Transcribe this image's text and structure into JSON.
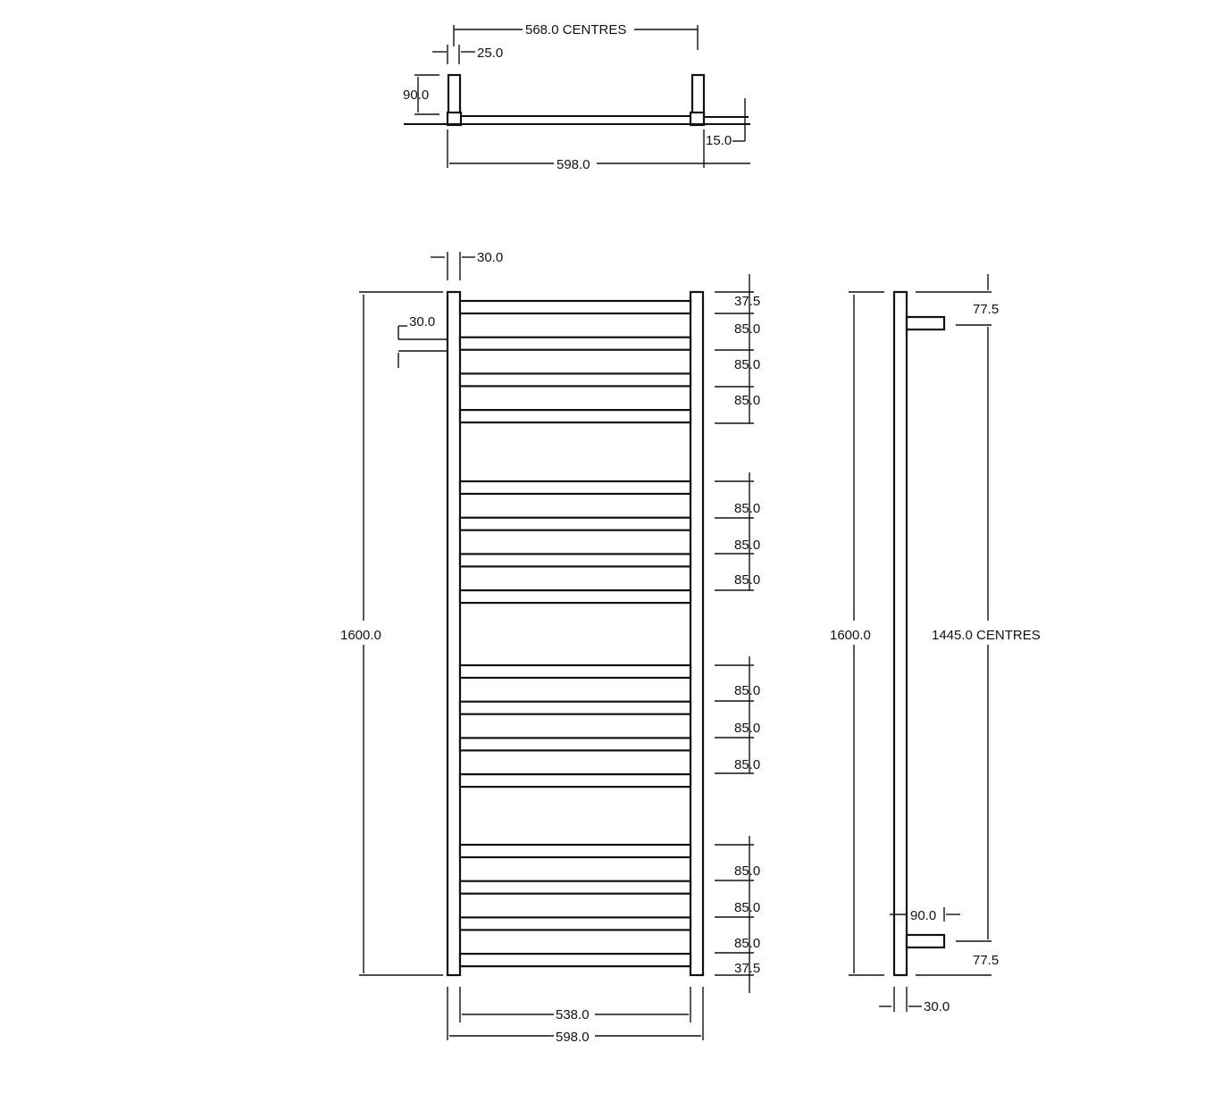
{
  "top_view": {
    "centres": "568.0 CENTRES",
    "pipe_width": "25.0",
    "depth": "90.0",
    "offset": "15.0",
    "overall_width": "598.0"
  },
  "front_view": {
    "rail_width": "30.0",
    "bar_offset": "30.0",
    "height": "1600.0",
    "spacings": [
      "37.5",
      "85.0",
      "85.0",
      "85.0",
      "85.0",
      "85.0",
      "85.0",
      "85.0",
      "85.0",
      "85.0",
      "85.0",
      "85.0",
      "85.0",
      "37.5"
    ],
    "inner_width": "538.0",
    "overall_width": "598.0"
  },
  "side_view": {
    "height": "1600.0",
    "top_offset": "77.5",
    "centres": "1445.0 CENTRES",
    "valve_depth": "90.0",
    "bottom_offset": "77.5",
    "rail_width": "30.0"
  }
}
